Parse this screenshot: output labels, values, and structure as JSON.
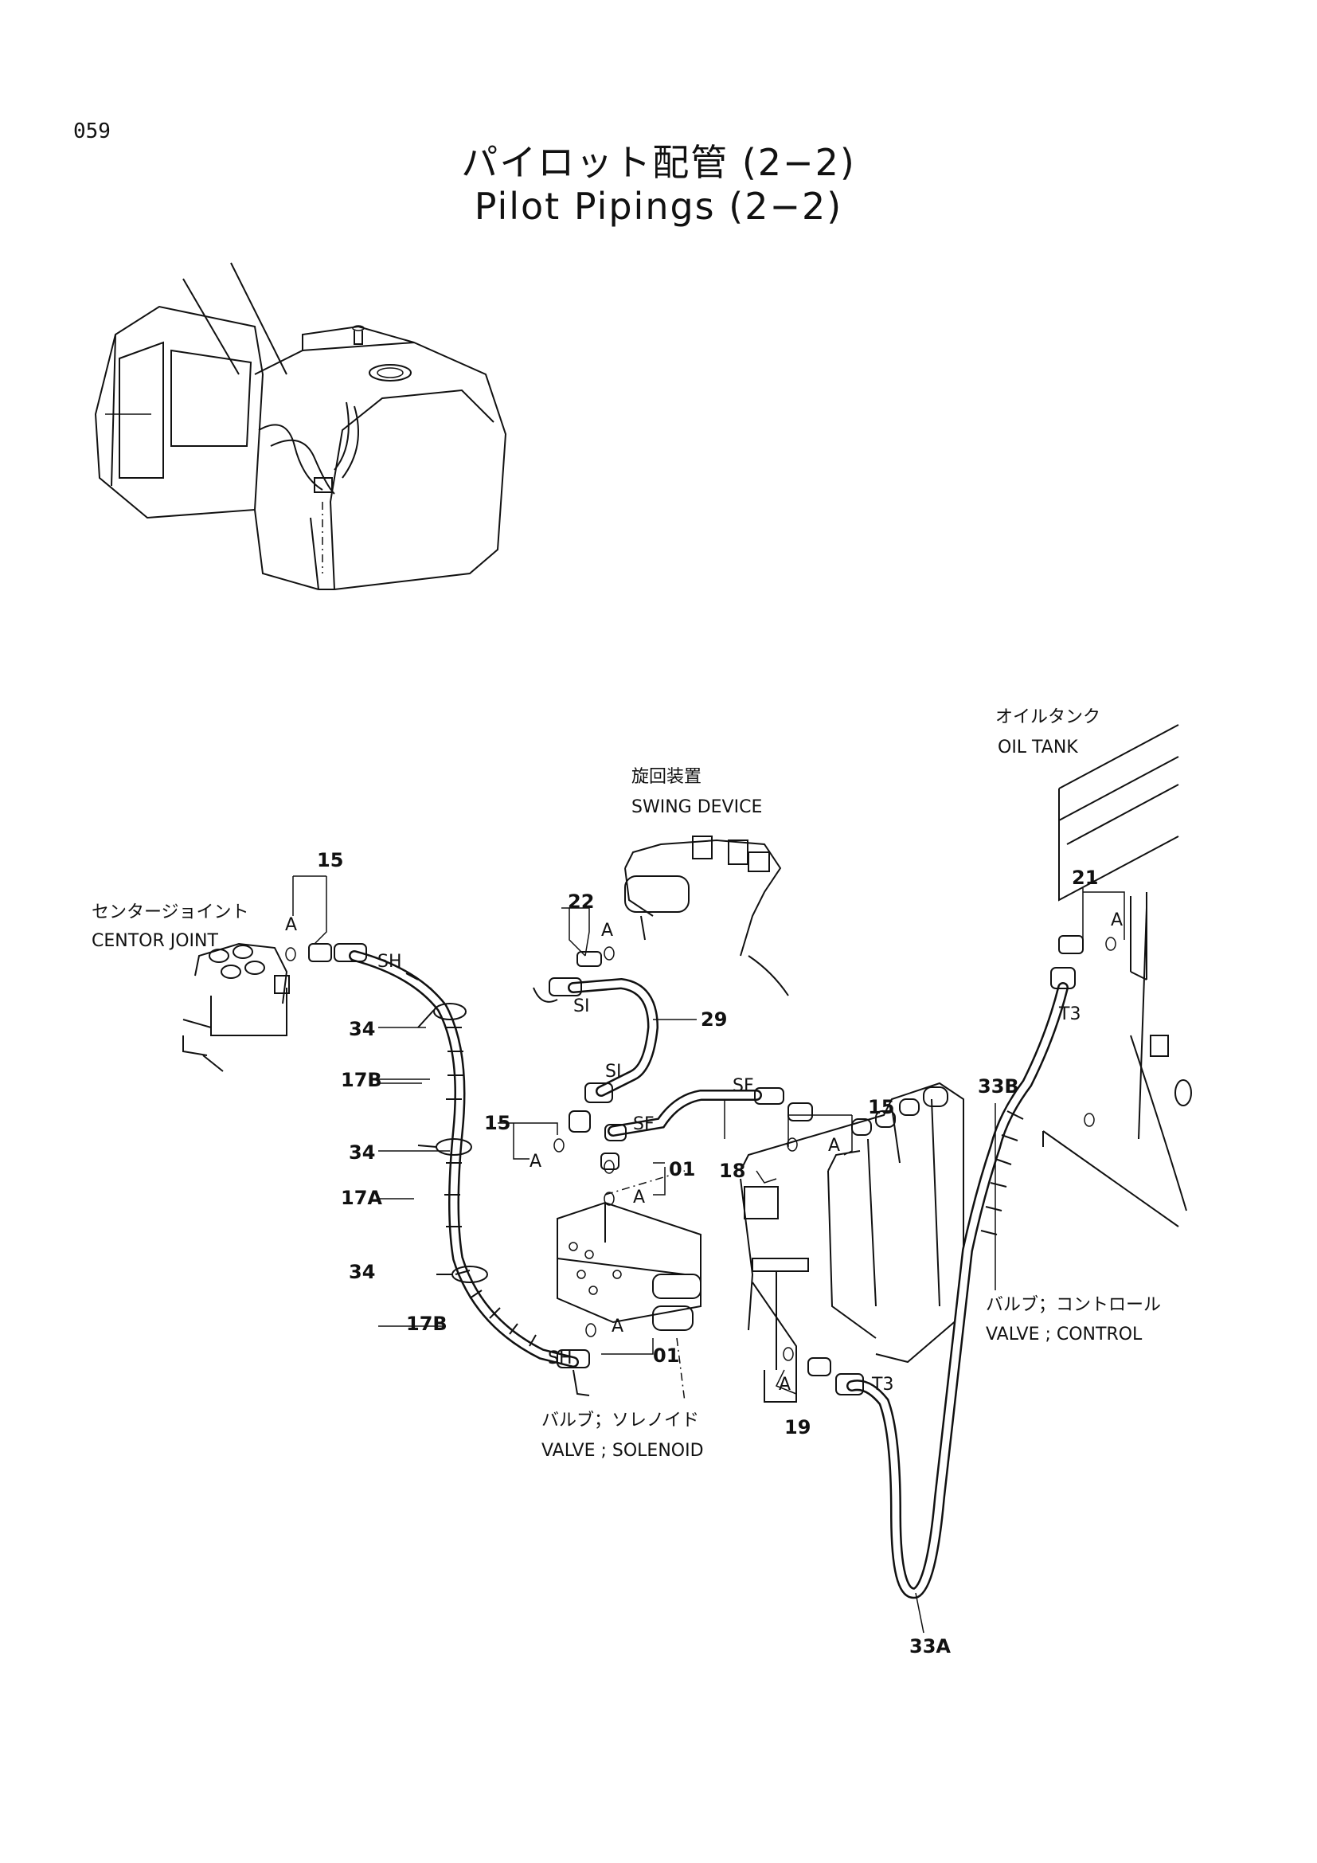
{
  "page": {
    "number": "059",
    "title_ja": "パイロット配管 (2−2)",
    "title_en": "Pilot Pipings (2−2)"
  },
  "components": {
    "swing_device_ja": "旋回装置",
    "swing_device_en": "SWING DEVICE",
    "oil_tank_ja": "オイルタンク",
    "oil_tank_en": "OIL TANK",
    "center_joint_ja": "センタージョイント",
    "center_joint_en": "CENTOR JOINT",
    "control_valve_ja": "バルブ；コントロール",
    "control_valve_en": "VALVE ; CONTROL",
    "solenoid_valve_ja": "バルブ；ソレノイド",
    "solenoid_valve_en": "VALVE ; SOLENOID"
  },
  "part_numbers": {
    "p15_top": "15",
    "p22": "22",
    "p21": "21",
    "p29": "29",
    "p34_a": "34",
    "p34_b": "34",
    "p34_c": "34",
    "p17b_a": "17B",
    "p17a": "17A",
    "p17b_b": "17B",
    "p15_left": "15",
    "p15_right": "15",
    "p01_a": "01",
    "p01_b": "01",
    "p18": "18",
    "p19": "19",
    "p33b": "33B",
    "p33a": "33A"
  },
  "connection_labels": {
    "sh_1": "SH",
    "sh_2": "SH",
    "si_1": "SI",
    "si_2": "SI",
    "sf_1": "SF",
    "sf_2": "SF",
    "t3_1": "T3",
    "t3_2": "T3",
    "a": "A"
  }
}
